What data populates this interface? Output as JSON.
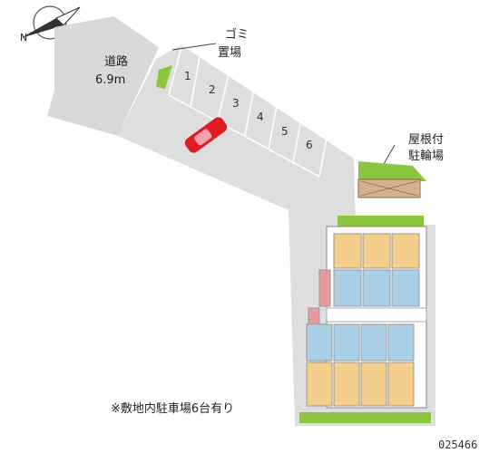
{
  "compass": {
    "north_label": "N"
  },
  "road": {
    "name": "道路",
    "width": "6.9m"
  },
  "garbage": {
    "line1": "ゴミ",
    "line2": "置場"
  },
  "bicycle": {
    "line1": "屋根付",
    "line2": "駐輪場"
  },
  "parking": {
    "stalls": [
      "1",
      "2",
      "3",
      "4",
      "5",
      "6"
    ]
  },
  "note": "※敷地内駐車場6台有り",
  "property_code": "025466",
  "colors": {
    "road": "#d9d9d9",
    "lot": "#dedede",
    "greenery": "#8cc63f",
    "apartment_unit": "#f2ce8a",
    "bath_unit": "#aad0e8",
    "stairs": "#e79a9a",
    "car": "#e01b24",
    "bike_shed": "#d4b08c"
  }
}
